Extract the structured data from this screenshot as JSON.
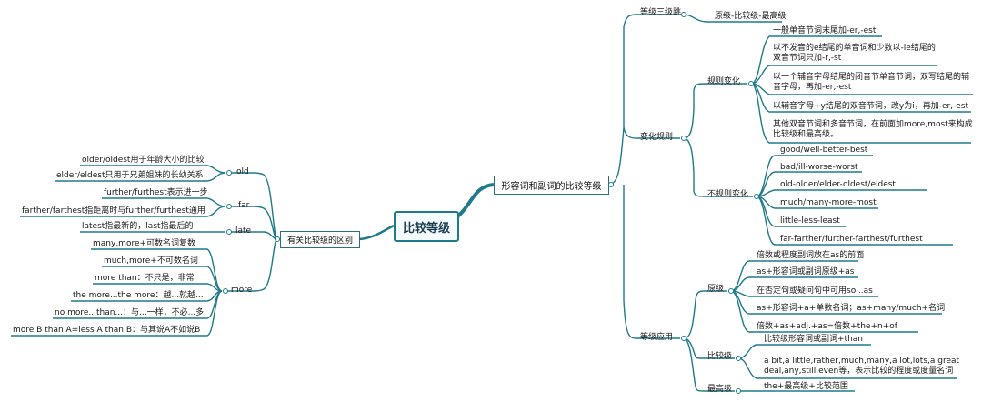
{
  "central": "比较等级",
  "left_branch": {
    "title": "有关比较级的区别",
    "groups": [
      {
        "key": "old",
        "label": "old",
        "items": [
          "older/oldest用于年龄大小的比较",
          "elder/eldest只用于兄弟姐妹的长幼关系"
        ]
      },
      {
        "key": "far",
        "label": "far",
        "items": [
          "further/furthest表示进一步",
          "farther/farthest指距离时与further/furthest通用"
        ]
      },
      {
        "key": "late",
        "label": "late",
        "items": [
          "latest指最新的，last指最后的"
        ]
      },
      {
        "key": "more",
        "label": "more",
        "items": [
          "many,more+可数名词复数",
          "much,more+不可数名词",
          "more than：不只是，非常",
          "the more...the more：越...就越...",
          "no more...than...：与...一样，不必...多",
          "more B than A=less A than B：与其说A不如说B"
        ]
      }
    ]
  },
  "right_branch": {
    "title": "形容词和副词的比较等级",
    "sections": {
      "three_levels": {
        "label": "等级三级跳",
        "content": "原级-比较级-最高级"
      },
      "rules": {
        "label": "变化规则",
        "regular": {
          "label": "规则变化",
          "items": [
            "一般单音节词末尾加-er,-est",
            "以不发音的e结尾的单音词和少数以-le结尾的双音节词只加-r,-st",
            "以一个辅音字母结尾的闭音节单音节词，双写结尾的辅音字母，再加-er,-est",
            "以辅音字母+y结尾的双音节词，改y为i，再加-er,-est",
            "其他双音节词和多音节词，在前面加more,most来构成比较级和最高级。"
          ]
        },
        "irregular": {
          "label": "不规则变化",
          "items": [
            "good/well-better-best",
            "bad/ill-worse-worst",
            "old-older/elder-oldest/eldest",
            "much/many-more-most",
            "little-less-least",
            "far-farther/further-farthest/furthest"
          ]
        }
      },
      "usage": {
        "label": "等级应用",
        "positive": {
          "label": "原级",
          "items": [
            "倍数或程度副词放在as的前面",
            "as+形容词或副词原级+as",
            "在否定句或疑问句中可用so...as",
            "as+形容词+a+单数名词；as+many/much+名词",
            "倍数+as+adj.+as=倍数+the+n+of"
          ]
        },
        "comparative": {
          "label": "比较级",
          "items": [
            "比较级形容词或副词+than",
            "a bit,a little,rather,much,many,a lot,lots,a great deal,any,still,even等，表示比较的程度或度量名词"
          ]
        },
        "superlative": {
          "label": "最高级",
          "items": [
            "the+最高级+比较范围"
          ]
        }
      }
    }
  },
  "colors": {
    "line": "#1f7a8c",
    "center_border": "#1f7a8c"
  }
}
